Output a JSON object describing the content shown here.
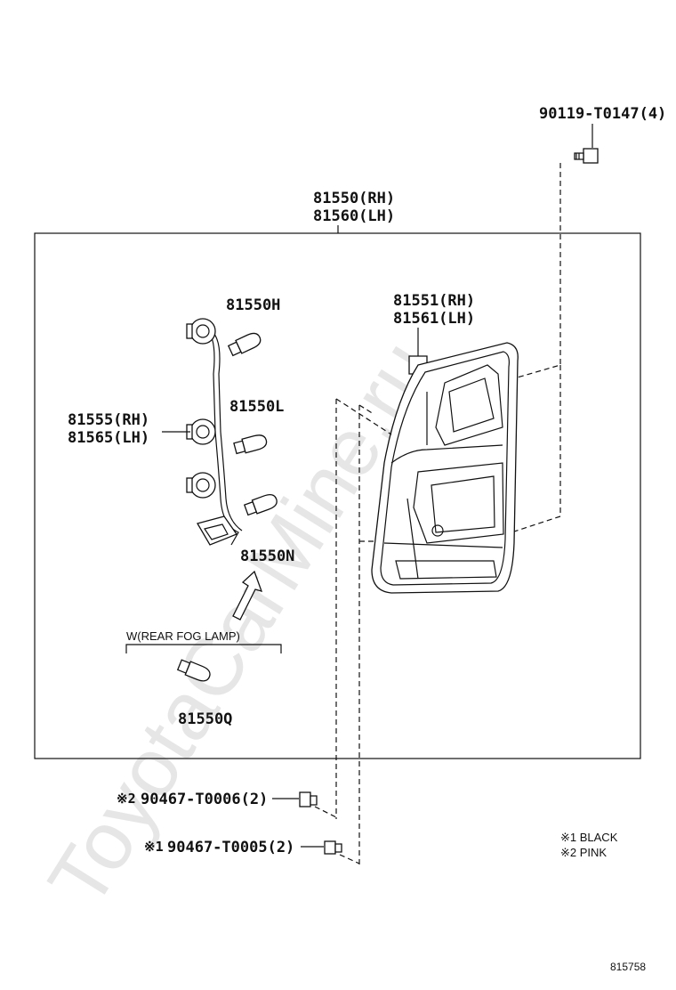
{
  "watermark": "ToyotaCarMine.ru",
  "assembly": {
    "rh": "81550(RH)",
    "lh": "81560(LH)"
  },
  "bolt": "90119-T0147(4)",
  "lens": {
    "rh": "81551(RH)",
    "lh": "81561(LH)"
  },
  "socket": {
    "rh": "81555(RH)",
    "lh": "81565(LH)"
  },
  "bulbs": {
    "h": "81550H",
    "l": "81550L",
    "n": "81550N",
    "q": "81550Q"
  },
  "fog_label": "W(REAR FOG LAMP)",
  "clips": [
    {
      "mark": "※2",
      "part": "90467-T0006(2)"
    },
    {
      "mark": "※1",
      "part": "90467-T0005(2)"
    }
  ],
  "legend": [
    "※1 BLACK",
    "※2 PINK"
  ],
  "diagram_ref": "815758"
}
